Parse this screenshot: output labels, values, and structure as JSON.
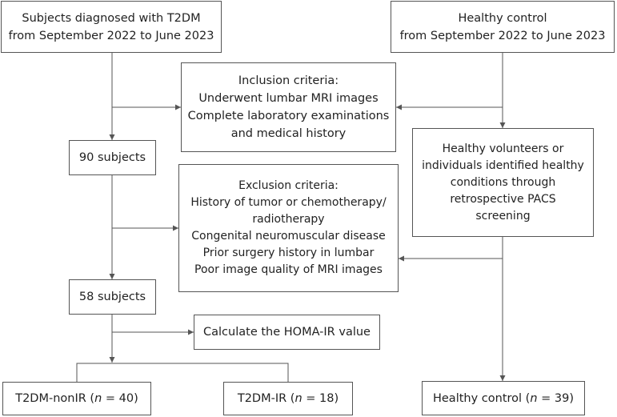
{
  "boxes": {
    "t2dm_source": {
      "lines": [
        "Subjects diagnosed with T2DM",
        "from September 2022 to June 2023"
      ]
    },
    "healthy_source": {
      "lines": [
        "Healthy control",
        "from September 2022 to June 2023"
      ]
    },
    "inclusion": {
      "lines": [
        "Inclusion criteria:",
        "Underwent lumbar MRI images",
        "Complete laboratory examinations",
        "and medical history"
      ]
    },
    "subjects_90": {
      "label": "90 subjects"
    },
    "healthy_volunteers": {
      "lines": [
        "Healthy volunteers or",
        "individuals identified healthy",
        "conditions through",
        "retrospective PACS",
        "screening"
      ]
    },
    "exclusion": {
      "lines": [
        "Exclusion criteria:",
        "History of tumor or chemotherapy/",
        "radiotherapy",
        "Congenital neuromuscular disease",
        "Prior surgery history in lumbar",
        "Poor image quality of MRI images"
      ]
    },
    "subjects_58": {
      "label": "58 subjects"
    },
    "homa": {
      "label": "Calculate the HOMA-IR value"
    },
    "nonir": {
      "prefix": "T2DM-nonIR (",
      "n": "n",
      "suffix": " = 40)"
    },
    "ir": {
      "prefix": "T2DM-IR (",
      "n": "n",
      "suffix": " = 18)"
    },
    "healthy_control": {
      "prefix": "Healthy control (",
      "n": "n",
      "suffix": " = 39)"
    }
  },
  "colors": {
    "line": "#555555",
    "text": "#222222"
  }
}
